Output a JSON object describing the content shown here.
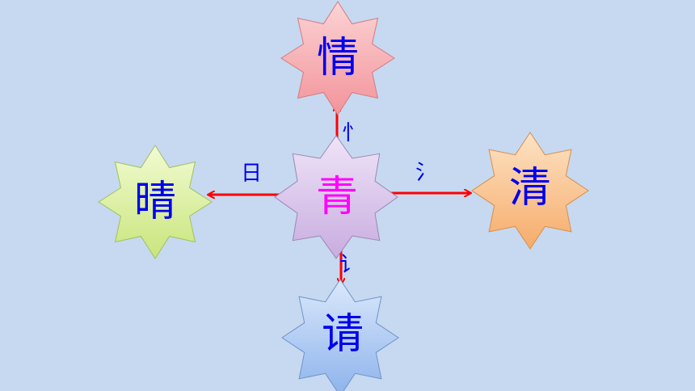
{
  "center": {
    "char": "青"
  },
  "nodes": {
    "top": {
      "char": "情",
      "radical": "忄",
      "phonetic": "青",
      "arrow_label": "忄"
    },
    "left": {
      "char": "晴",
      "radical": "日",
      "phonetic": "青",
      "arrow_label": "日"
    },
    "right": {
      "char": "清",
      "arrow_label": "氵"
    },
    "bottom": {
      "char": "请",
      "radical": "讠",
      "phonetic": "青",
      "arrow_label": "讠"
    }
  },
  "colors": {
    "background": "#c6d9f0",
    "arrow": "#ff0000",
    "radical_text": "#0000ee",
    "phonetic_text": "#ff00ff",
    "star_center": "#d9c3ea",
    "star_top": "#f4a3a8",
    "star_left": "#d8ef9c",
    "star_right": "#f9c28e",
    "star_bottom": "#a9c7f2"
  }
}
